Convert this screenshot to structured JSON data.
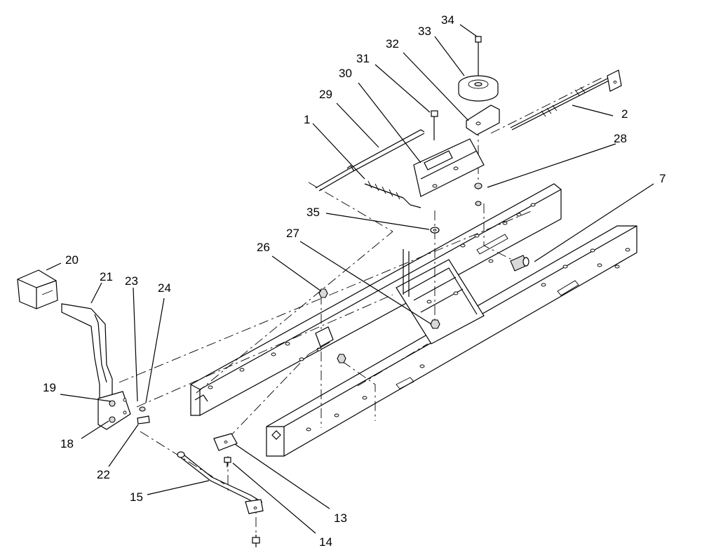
{
  "diagram": {
    "header_fragment": "",
    "callouts": [
      "1",
      "2",
      "7",
      "13",
      "14",
      "15",
      "18",
      "19",
      "20",
      "21",
      "22",
      "23",
      "24",
      "26",
      "27",
      "28",
      "29",
      "30",
      "31",
      "32",
      "33",
      "34",
      "35"
    ]
  }
}
